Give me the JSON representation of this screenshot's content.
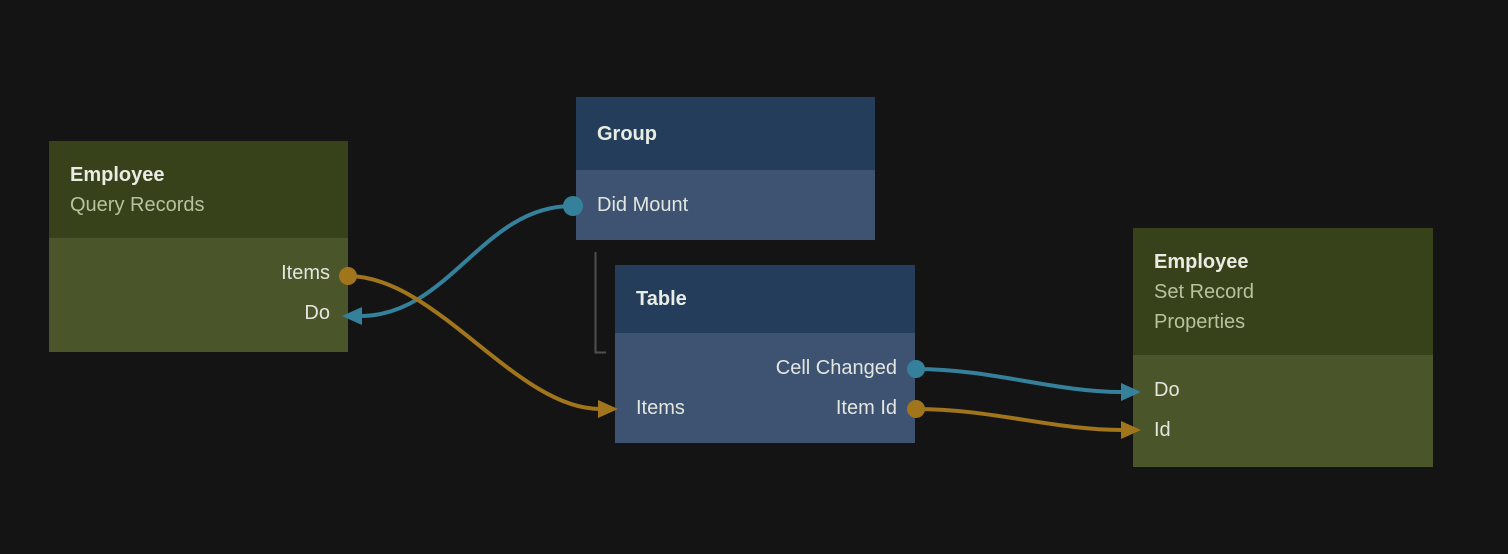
{
  "colors": {
    "background": "#141414",
    "green_header": "#37421b",
    "green_body": "#4b552a",
    "blue_header": "#233d5b",
    "blue_body": "#3e5271",
    "title_text": "#e9ece3",
    "subtitle_text": "#b8c29f",
    "port_text": "#e2e6df",
    "teal": "#35809b",
    "gold": "#a0751b",
    "bracket": "#4f4f4f"
  },
  "nodes": [
    {
      "id": "employee-query-records",
      "title": "Employee",
      "subtitle": "Query Records",
      "kind": "green",
      "ports": [
        {
          "name": "Items",
          "side": "output-right",
          "color": "gold"
        },
        {
          "name": "Do",
          "side": "input-right",
          "color": "teal"
        }
      ]
    },
    {
      "id": "group",
      "title": "Group",
      "subtitle": "",
      "kind": "blue",
      "ports": [
        {
          "name": "Did Mount",
          "side": "output-left",
          "color": "teal"
        }
      ]
    },
    {
      "id": "table",
      "title": "Table",
      "subtitle": "",
      "kind": "blue",
      "ports": [
        {
          "name": "Cell Changed",
          "side": "output-right",
          "color": "teal"
        },
        {
          "name": "Items",
          "side": "input-left",
          "color": "gold"
        },
        {
          "name": "Item Id",
          "side": "output-right",
          "color": "gold"
        }
      ]
    },
    {
      "id": "employee-set-record-properties",
      "title": "Employee",
      "subtitle": "Set Record Properties",
      "kind": "green",
      "ports": [
        {
          "name": "Do",
          "side": "input-left",
          "color": "teal"
        },
        {
          "name": "Id",
          "side": "input-left",
          "color": "gold"
        }
      ]
    }
  ],
  "edges": [
    {
      "from": "Group.Did Mount",
      "to": "Employee Query Records.Do",
      "color": "teal"
    },
    {
      "from": "Employee Query Records.Items",
      "to": "Table.Items",
      "color": "gold"
    },
    {
      "from": "Table.Cell Changed",
      "to": "Employee Set Record Properties.Do",
      "color": "teal"
    },
    {
      "from": "Table.Item Id",
      "to": "Employee Set Record Properties.Id",
      "color": "gold"
    }
  ],
  "hierarchy_link": {
    "parent": "Group",
    "child": "Table"
  }
}
